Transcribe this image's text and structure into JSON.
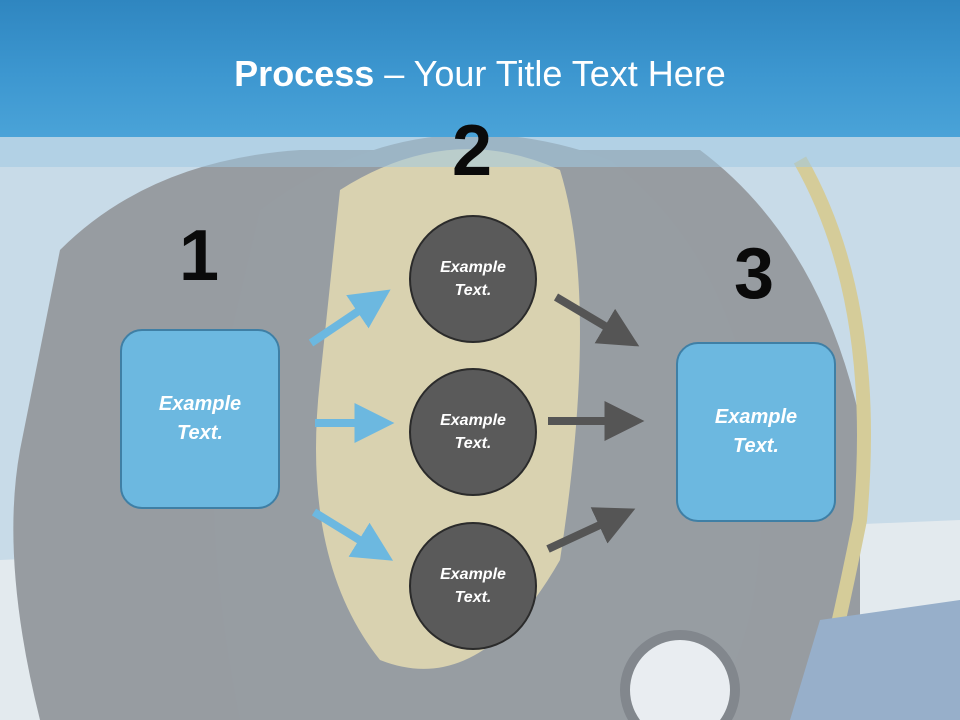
{
  "title": {
    "bold": "Process",
    "rest": " – Your Title Text Here"
  },
  "numbers": [
    "1",
    "2",
    "3"
  ],
  "box_left": "Example\nText.",
  "box_right": "Example\nText.",
  "circles": [
    "Example\nText.",
    "Example\nText.",
    "Example\nText."
  ],
  "colors": {
    "header": "#3d97d0",
    "box": "#6cb8e0",
    "circle": "#5a5a5a",
    "blue_arrow": "#6cb8e0",
    "gray_arrow": "#555555"
  }
}
